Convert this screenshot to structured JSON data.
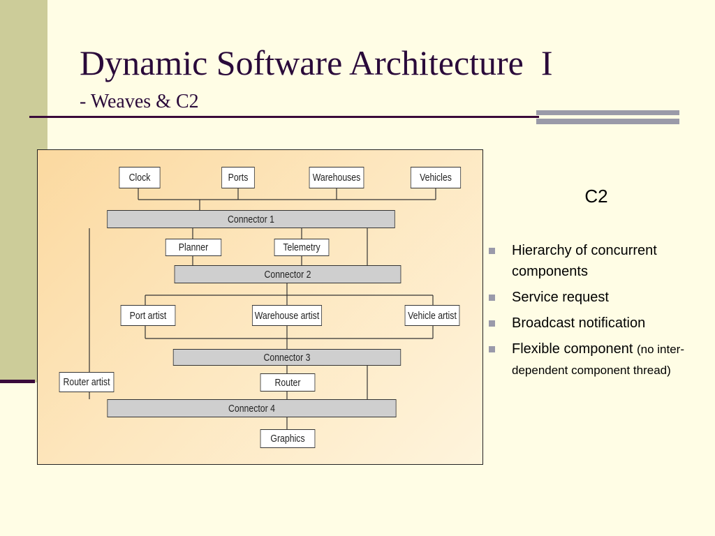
{
  "slide": {
    "title": "Dynamic Software Architecture  I",
    "subtitle": "- Weaves & C2"
  },
  "diagram": {
    "components": {
      "clock": "Clock",
      "ports": "Ports",
      "warehouses": "Warehouses",
      "vehicles": "Vehicles",
      "planner": "Planner",
      "telemetry": "Telemetry",
      "port_artist": "Port artist",
      "warehouse_artist": "Warehouse artist",
      "vehicle_artist": "Vehicle artist",
      "router_artist": "Router artist",
      "router": "Router",
      "graphics": "Graphics"
    },
    "connectors": {
      "connector_1": "Connector 1",
      "connector_2": "Connector 2",
      "connector_3": "Connector 3",
      "connector_4": "Connector 4"
    }
  },
  "side_panel": {
    "heading": "C2",
    "bullets": [
      "Hierarchy of concurrent components",
      "Service request",
      "Broadcast notification",
      "Flexible component "
    ],
    "bullet_4_note": "(no inter-dependent component thread)"
  },
  "colors": {
    "background": "#fffde5",
    "left_bar": "#cccc99",
    "title_text": "#2a0a3a",
    "connector_fill": "#cfcfcf",
    "bullet_marker": "#9a9aaa"
  }
}
